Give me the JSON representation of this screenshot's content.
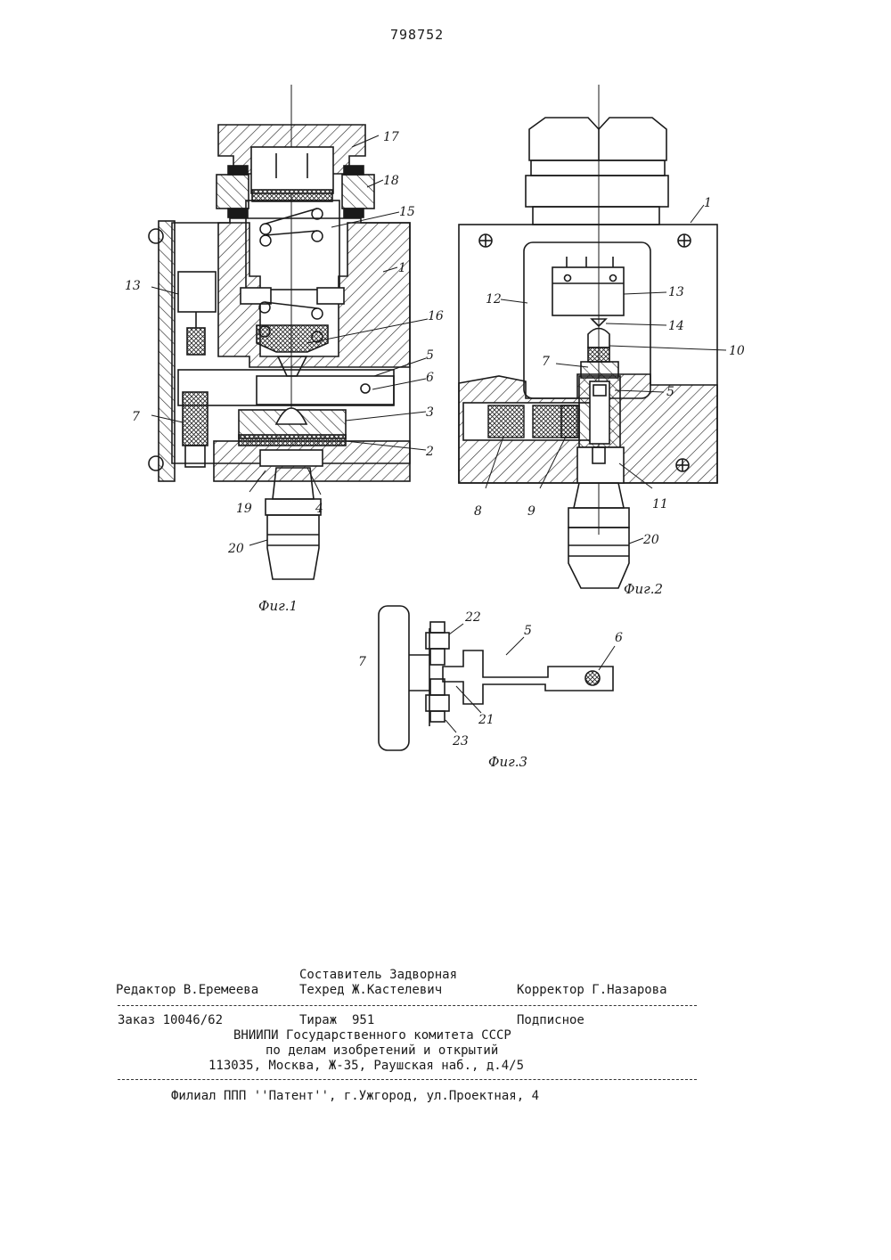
{
  "header": {
    "patent_number": "798752"
  },
  "figures": {
    "fig1": {
      "caption": "Фиг.1",
      "labels": {
        "l17": "17",
        "l18": "18",
        "l15": "15",
        "l1": "1",
        "l13": "13",
        "l16": "16",
        "l5": "5",
        "l6": "6",
        "l7": "7",
        "l3": "3",
        "l2": "2",
        "l19": "19",
        "l4": "4",
        "l20": "20"
      }
    },
    "fig2": {
      "caption": "Фиг.2",
      "labels": {
        "l1": "1",
        "l12": "12",
        "l13": "13",
        "l14": "14",
        "l10": "10",
        "l7": "7",
        "l5": "5",
        "l8": "8",
        "l9": "9",
        "l11": "11",
        "l20": "20"
      }
    },
    "fig3": {
      "caption": "Фиг.3",
      "labels": {
        "l22": "22",
        "l5": "5",
        "l6": "6",
        "l7": "7",
        "l21": "21",
        "l23": "23"
      }
    }
  },
  "colophon": {
    "compiler": "Составитель Задворная",
    "editor": "Редактор В.Еремеева",
    "techred": "Техред Ж.Кастелевич",
    "corrector": "Корректор Г.Назарова",
    "order": "Заказ 10046/62",
    "circulation": "Тираж  951",
    "subscription": "Подписное",
    "org1": "ВНИИПИ Государственного комитета СССР",
    "org2": "по делам изобретений и открытий",
    "address": "113035, Москва, Ж-35, Раушская наб., д.4/5",
    "branch": "Филиал ППП ''Патент'', г.Ужгород, ул.Проектная, 4"
  }
}
